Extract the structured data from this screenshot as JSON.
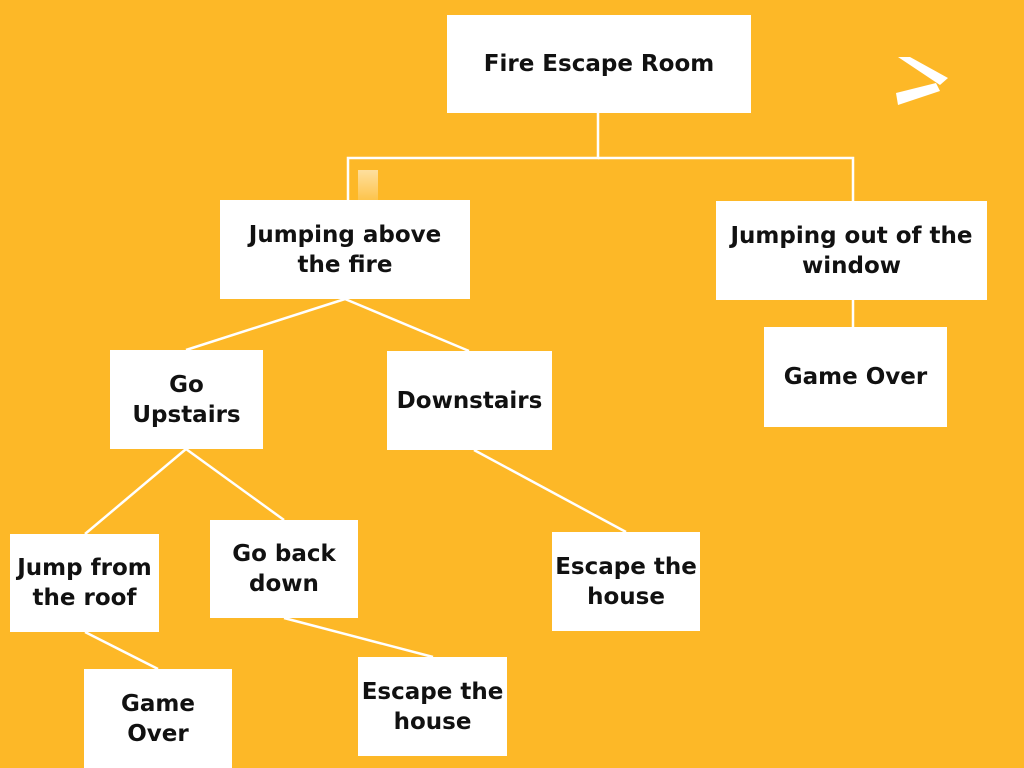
{
  "diagram": {
    "background_color": "#FDB827",
    "node_color": "#FFFFFF",
    "text_color": "#111111",
    "line_color": "#FFFFFF",
    "nodes": {
      "root": {
        "label": "Fire Escape Room"
      },
      "jump_fire": {
        "label": "Jumping above\nthe fire"
      },
      "jump_window": {
        "label": "Jumping out of the\nwindow"
      },
      "go_upstairs": {
        "label": "Go\nUpstairs"
      },
      "downstairs": {
        "label": "Downstairs"
      },
      "window_game_over": {
        "label": "Game Over"
      },
      "jump_roof": {
        "label": "Jump from\nthe roof"
      },
      "go_back_down": {
        "label": "Go back\ndown"
      },
      "escape_house_1": {
        "label": "Escape the\nhouse"
      },
      "roof_game_over": {
        "label": "Game\nOver"
      },
      "escape_house_2": {
        "label": "Escape the\nhouse"
      }
    },
    "edges": [
      [
        "root",
        "jump_fire"
      ],
      [
        "root",
        "jump_window"
      ],
      [
        "jump_fire",
        "go_upstairs"
      ],
      [
        "jump_fire",
        "downstairs"
      ],
      [
        "jump_window",
        "window_game_over"
      ],
      [
        "go_upstairs",
        "jump_roof"
      ],
      [
        "go_upstairs",
        "go_back_down"
      ],
      [
        "downstairs",
        "escape_house_1"
      ],
      [
        "jump_roof",
        "roof_game_over"
      ],
      [
        "go_back_down",
        "escape_house_2"
      ]
    ]
  },
  "logo": {
    "icon": "arrow-logo-icon"
  }
}
